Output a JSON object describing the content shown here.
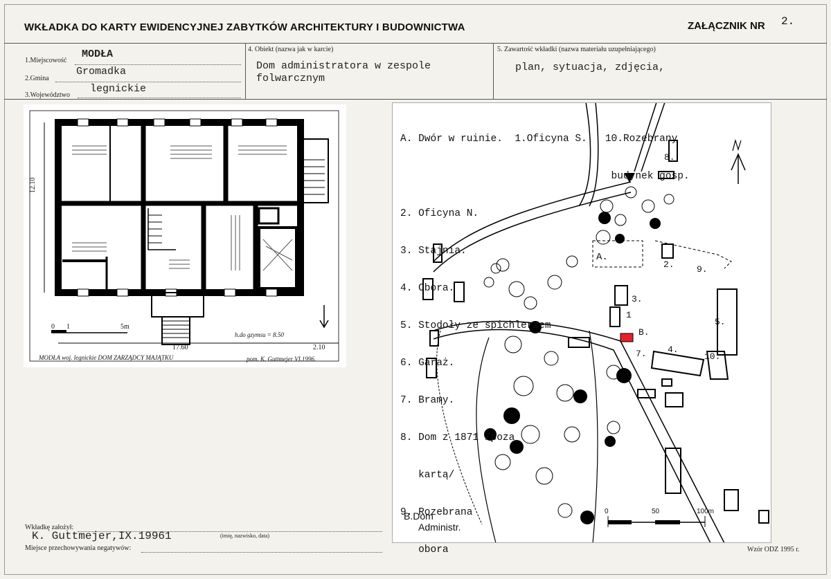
{
  "header": {
    "title": "WKŁADKA DO KARTY EWIDENCYJNEJ ZABYTKÓW ARCHITEKTURY I BUDOWNICTWA",
    "attachment_label": "ZAŁĄCZNIK NR",
    "attachment_number": "2."
  },
  "fields": {
    "locality_label": "1.Miejscowość",
    "locality_value": "MODŁA",
    "commune_label": "2.Gmina",
    "commune_value": "Gromadka",
    "voivodeship_label": "3.Województwo",
    "voivodeship_value": "legnickie",
    "object_label": "4. Obiekt  (nazwa jak w karcie)",
    "object_value_line1": "Dom administratora w zespole",
    "object_value_line2": "folwarcznym",
    "contents_label": "5. Zawartość wkładki  (nazwa materiału uzupełniającego)",
    "contents_value": "plan, sytuacja, zdjęcia,"
  },
  "plan_drawing": {
    "dim_height": "12.10",
    "dim_width": "17.60",
    "dim_right": "2.10",
    "cornice": "h.do gzymsu = 8.50",
    "scale_0": "0",
    "scale_1": "1",
    "scale_5": "5m",
    "caption": "MODŁA  woj. legnickie  DOM ZARZĄDCY MAJĄTKU",
    "author": "pom. K. Guttmejer VI.1996."
  },
  "site_map": {
    "legend": [
      "A. Dwór w ruinie.  1.Oficyna S.   10.Rozebrany",
      "                                   budynek gosp.",
      "2. Oficyna N.",
      "3. Stajnia.",
      "4. Obora.",
      "5. Stodoły ze spichlerzem",
      "6. Garaż.",
      "7. Bramy.",
      "8. Dom z 1871 /poza",
      "   kartą/",
      "9. Rozebrana",
      "   obora"
    ],
    "bottom_label_1": "B.Dom",
    "bottom_label_2": "Administr.",
    "scale_0": "0",
    "scale_50": "50",
    "scale_100": "100m",
    "marker_B": "B.",
    "labels": {
      "A": "A.",
      "n2": "2.",
      "n3": "3.",
      "n1": "1",
      "n4": "4.",
      "n5": "5.",
      "n9": "9.",
      "n10": "10.",
      "n7": "7.",
      "n8": "8."
    },
    "highlight_color": "#e8202a"
  },
  "footer": {
    "founded_label": "Wkładkę założył:",
    "founded_value": "K. Guttmejer,IX.19961",
    "founded_hint": "(imię, nazwisko, data)",
    "negatives_label": "Miejsce przechowywania negatywów:",
    "form_label": "Wzór ODZ 1995 r."
  }
}
